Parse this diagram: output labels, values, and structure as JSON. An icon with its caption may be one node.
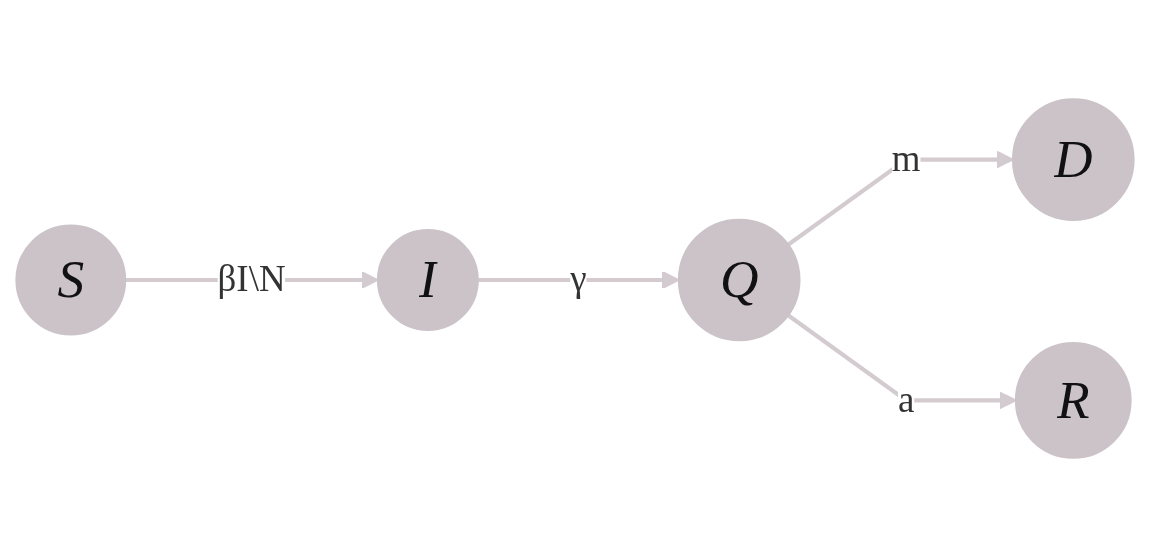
{
  "diagram": {
    "nodes": [
      {
        "text": [
          "S"
        ]
      },
      {
        "text": [
          "I"
        ]
      },
      {
        "text": [
          "Q"
        ]
      },
      {
        "text": [
          "D"
        ]
      },
      {
        "text": [
          "R"
        ]
      }
    ],
    "edges": [
      {
        "from": 0,
        "to": 1,
        "arrow": "to",
        "label": "βI\\N"
      },
      {
        "from": 1,
        "to": 2,
        "arrow": "to",
        "label": "γ"
      },
      {
        "from": 2,
        "to": 3,
        "arrow": "to",
        "label": "m"
      },
      {
        "from": 2,
        "to": 4,
        "arrow": "to",
        "label": "a"
      }
    ]
  }
}
